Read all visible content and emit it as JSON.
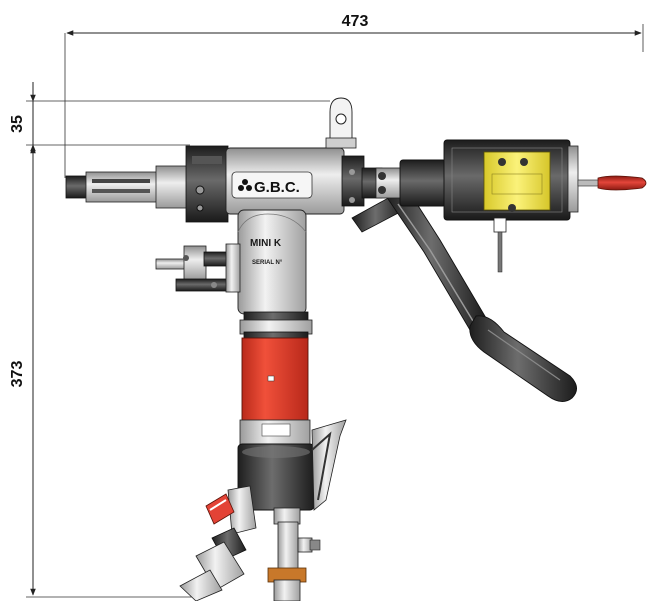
{
  "dimensions": {
    "overall_width": "473",
    "flange_height": "35",
    "overall_height": "373"
  },
  "machine": {
    "brand_logo": "G.B.C.",
    "model_label": "MINI K",
    "serial_label": "SERIAL N°"
  },
  "colors": {
    "motor_red": "#e8412c",
    "handle_red": "#d42a1f",
    "feed_yellow": "#f2e64a",
    "brass_nut": "#c8782a",
    "body_grey": "#d9d9d9",
    "dark_part": "#3a3a3a",
    "line": "#222222"
  }
}
